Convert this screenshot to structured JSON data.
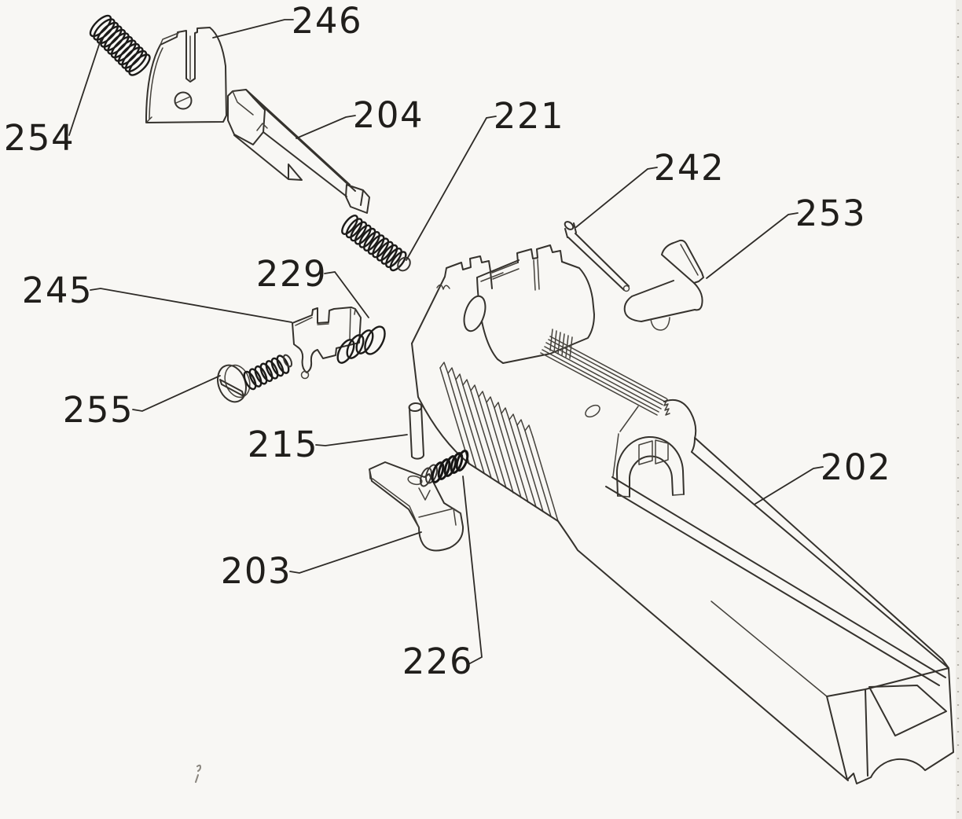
{
  "document": {
    "kind": "exploded-parts-line-diagram",
    "subject": "pistol slide, bolt and rear sight assembly (scanned technical illustration)",
    "paper_color": "#f8f7f4",
    "ink_color": "#35322d",
    "spring_ink_color": "#161514",
    "label_color": "#201e1b"
  },
  "parts": [
    {
      "number": "246",
      "component": "rear-sight-blade"
    },
    {
      "number": "254",
      "component": "coil-spring"
    },
    {
      "number": "204",
      "component": "sight-elevation-lever"
    },
    {
      "number": "221",
      "component": "coil-spring"
    },
    {
      "number": "242",
      "component": "long-pin-rod"
    },
    {
      "number": "253",
      "component": "safety-catch-lever"
    },
    {
      "number": "245",
      "component": "rear-sight-base"
    },
    {
      "number": "229",
      "component": "open-coil-spring"
    },
    {
      "number": "255",
      "component": "slotted-screw-with-spring"
    },
    {
      "number": "215",
      "component": "cylindrical-pin"
    },
    {
      "number": "202",
      "component": "slide-barrel-assembly"
    },
    {
      "number": "203",
      "component": "extractor"
    },
    {
      "number": "226",
      "component": "plunger-spring"
    }
  ]
}
